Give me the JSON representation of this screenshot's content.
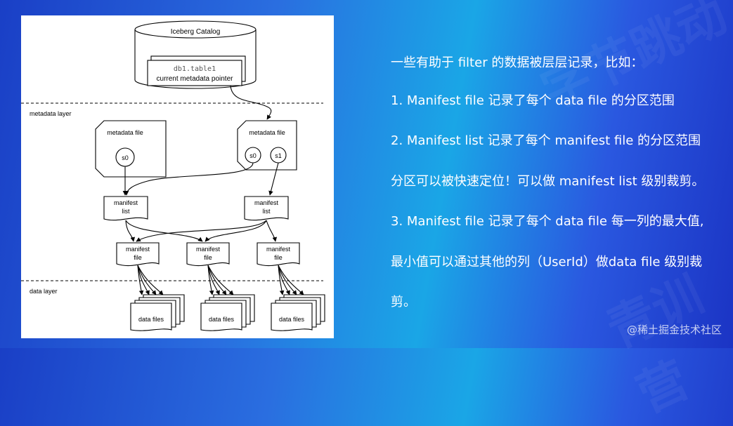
{
  "diagram": {
    "catalog": {
      "title": "Iceberg Catalog",
      "table": "db1.table1",
      "pointer": "current metadata pointer"
    },
    "layers": {
      "metadata": "metadata layer",
      "data": "data layer"
    },
    "metadata_files": [
      {
        "label": "metadata file",
        "snapshots": [
          "s0"
        ]
      },
      {
        "label": "metadata file",
        "snapshots": [
          "s0",
          "s1"
        ]
      }
    ],
    "manifest_lists": [
      {
        "line1": "manifest",
        "line2": "list"
      },
      {
        "line1": "manifest",
        "line2": "list"
      }
    ],
    "manifest_files": [
      {
        "line1": "manifest",
        "line2": "file"
      },
      {
        "line1": "manifest",
        "line2": "file"
      },
      {
        "line1": "manifest",
        "line2": "file"
      }
    ],
    "data_files": [
      "data files",
      "data files",
      "data files"
    ]
  },
  "notes": {
    "intro": "一些有助于 filter 的数据被层层记录，比如：",
    "item1": "1.   Manifest file 记录了每个 data file 的分区范围",
    "item2": "2.   Manifest list 记录了每个 manifest file 的分区范围",
    "item2b": "分区可以被快速定位！可以做 manifest list 级别裁剪。",
    "item3": "3.  Manifest file 记录了每个 data file 每一列的最大值,",
    "item3b": "最小值可以通过其他的列（UserId）做data file 级别裁",
    "item3c": "剪。"
  },
  "watermark": "@稀土掘金技术社区"
}
